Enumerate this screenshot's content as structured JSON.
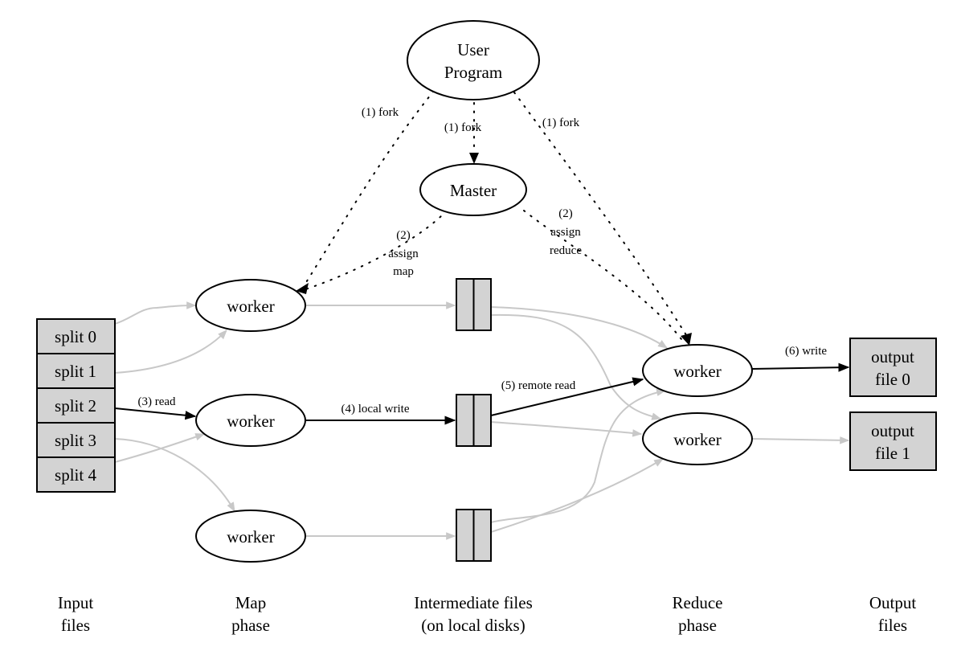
{
  "diagram": {
    "title": "MapReduce execution overview",
    "colors": {
      "file_fill": "#d3d3d3",
      "active_edge": "#000000",
      "inactive_edge": "#c8c8c8"
    },
    "nodes": {
      "user_program": {
        "line1": "User",
        "line2": "Program"
      },
      "master": "Master",
      "map_workers": [
        "worker",
        "worker",
        "worker"
      ],
      "reduce_workers": [
        "worker",
        "worker"
      ],
      "input_splits": [
        "split 0",
        "split 1",
        "split 2",
        "split 3",
        "split 4"
      ],
      "intermediate_files_count": 3,
      "outputs": [
        {
          "line1": "output",
          "line2": "file 0"
        },
        {
          "line1": "output",
          "line2": "file 1"
        }
      ]
    },
    "edge_labels": {
      "fork_left": "(1) fork",
      "fork_center": "(1) fork",
      "fork_right": "(1) fork",
      "assign_map": [
        "(2)",
        "assign",
        "map"
      ],
      "assign_reduce": [
        "(2)",
        "assign",
        "reduce"
      ],
      "read": "(3) read",
      "local_write": "(4) local write",
      "remote_read": "(5) remote read",
      "write": "(6) write"
    },
    "phases": [
      {
        "line1": "Input",
        "line2": "files"
      },
      {
        "line1": "Map",
        "line2": "phase"
      },
      {
        "line1": "Intermediate files",
        "line2": "(on local disks)"
      },
      {
        "line1": "Reduce",
        "line2": "phase"
      },
      {
        "line1": "Output",
        "line2": "files"
      }
    ]
  }
}
